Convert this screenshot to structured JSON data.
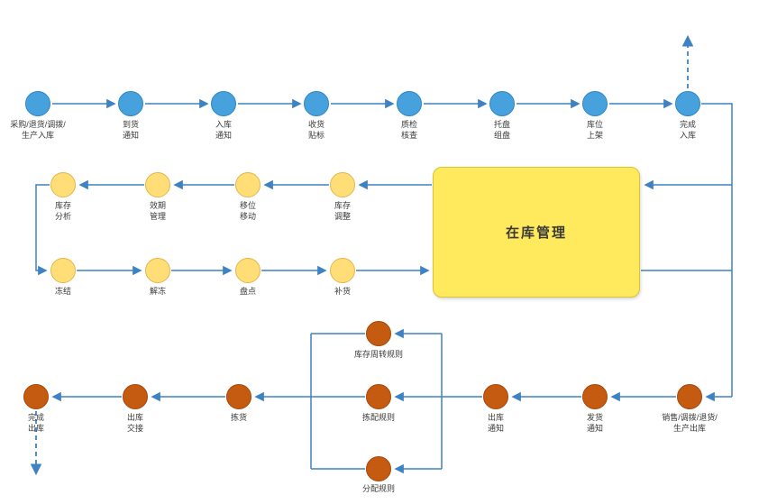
{
  "storage_box": {
    "label": "在库管理"
  },
  "inbound": {
    "nodes": [
      {
        "label": "采购/退货/调拨/\n生产入库"
      },
      {
        "label": "到货\n通知"
      },
      {
        "label": "入库\n通知"
      },
      {
        "label": "收货\n贴标"
      },
      {
        "label": "质检\n核查"
      },
      {
        "label": "托盘\n组盘"
      },
      {
        "label": "库位\n上架"
      },
      {
        "label": "完成\n入库"
      }
    ]
  },
  "storage": {
    "upper": [
      {
        "label": "库存\n分析"
      },
      {
        "label": "效期\n管理"
      },
      {
        "label": "移位\n移动"
      },
      {
        "label": "库存\n调整"
      }
    ],
    "lower": [
      {
        "label": "冻结"
      },
      {
        "label": "解冻"
      },
      {
        "label": "盘点"
      },
      {
        "label": "补货"
      }
    ]
  },
  "outbound": {
    "nodes": [
      {
        "label": "完成\n出库"
      },
      {
        "label": "出库\n交接"
      },
      {
        "label": "拣货"
      },
      {
        "label": "出库\n通知"
      },
      {
        "label": "发货\n通知"
      },
      {
        "label": "销售/调拨/退货/\n生产出库"
      }
    ],
    "rules": [
      {
        "label": "库存周转规则"
      },
      {
        "label": "拣配规则"
      },
      {
        "label": "分配规则"
      }
    ]
  },
  "colors": {
    "inbound_node": "#47A1DD",
    "storage_node": "#FFDD77",
    "outbound_node": "#C55A11",
    "storage_box": "#FFE95C",
    "connector": "#3E82C4"
  }
}
